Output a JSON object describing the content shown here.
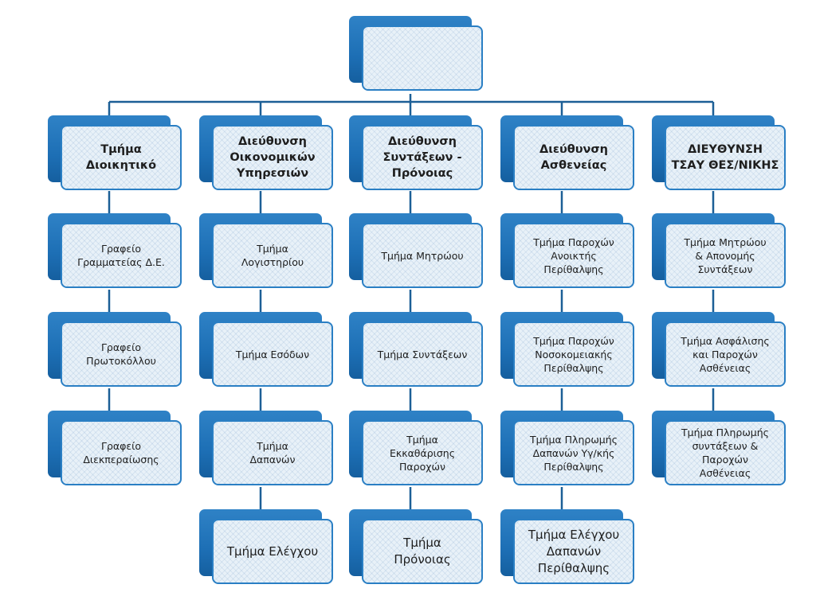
{
  "org_chart": {
    "root": {
      "label": ""
    },
    "columns": [
      {
        "head": "Τμήμα\nΔιοικητικό",
        "units": [
          "Γραφείο\nΓραμματείας Δ.Ε.",
          "Γραφείο\nΠρωτοκόλλου",
          "Γραφείο\nΔιεκπεραίωσης"
        ]
      },
      {
        "head": "Διεύθυνση\nΟικονομικών\nΥπηρεσιών",
        "units": [
          "Τμήμα\nΛογιστηρίου",
          "Τμήμα Εσόδων",
          "Τμήμα\nΔαπανών",
          "Τμήμα Ελέγχου"
        ]
      },
      {
        "head": "Διεύθυνση\nΣυντάξεων -\nΠρόνοιας",
        "units": [
          "Τμήμα Μητρώου",
          "Τμήμα Συντάξεων",
          "Τμήμα\nΕκκαθάρισης\nΠαροχών",
          "Τμήμα\nΠρόνοιας"
        ]
      },
      {
        "head": "Διεύθυνση\nΑσθενείας",
        "units": [
          "Τμήμα Παροχών\nΑνοικτής\nΠερίθαλψης",
          "Τμήμα Παροχών\nΝοσοκομειακής\nΠερίθαλψης",
          "Τμήμα Πληρωμής\nΔαπανών Υγ/κής\nΠερίθαλψης",
          "Τμήμα Ελέγχου\nΔαπανών\nΠερίθαλψης"
        ]
      },
      {
        "head": "ΔΙΕΥΘΥΝΣΗ\nΤΣΑΥ ΘΕΣ/ΝΙΚΗΣ",
        "units": [
          "Τμήμα Μητρώου\n& Απονομής\nΣυντάξεων",
          "Τμήμα Ασφάλισης\nκαι Παροχών\nΑσθένειας",
          "Τμήμα Πληρωμής\nσυντάξεων &\nΠαροχών\nΑσθένειας"
        ]
      }
    ],
    "colors": {
      "primary": "#1d6fb5",
      "border": "#2a7fc4",
      "connector": "#1c5f96"
    }
  }
}
